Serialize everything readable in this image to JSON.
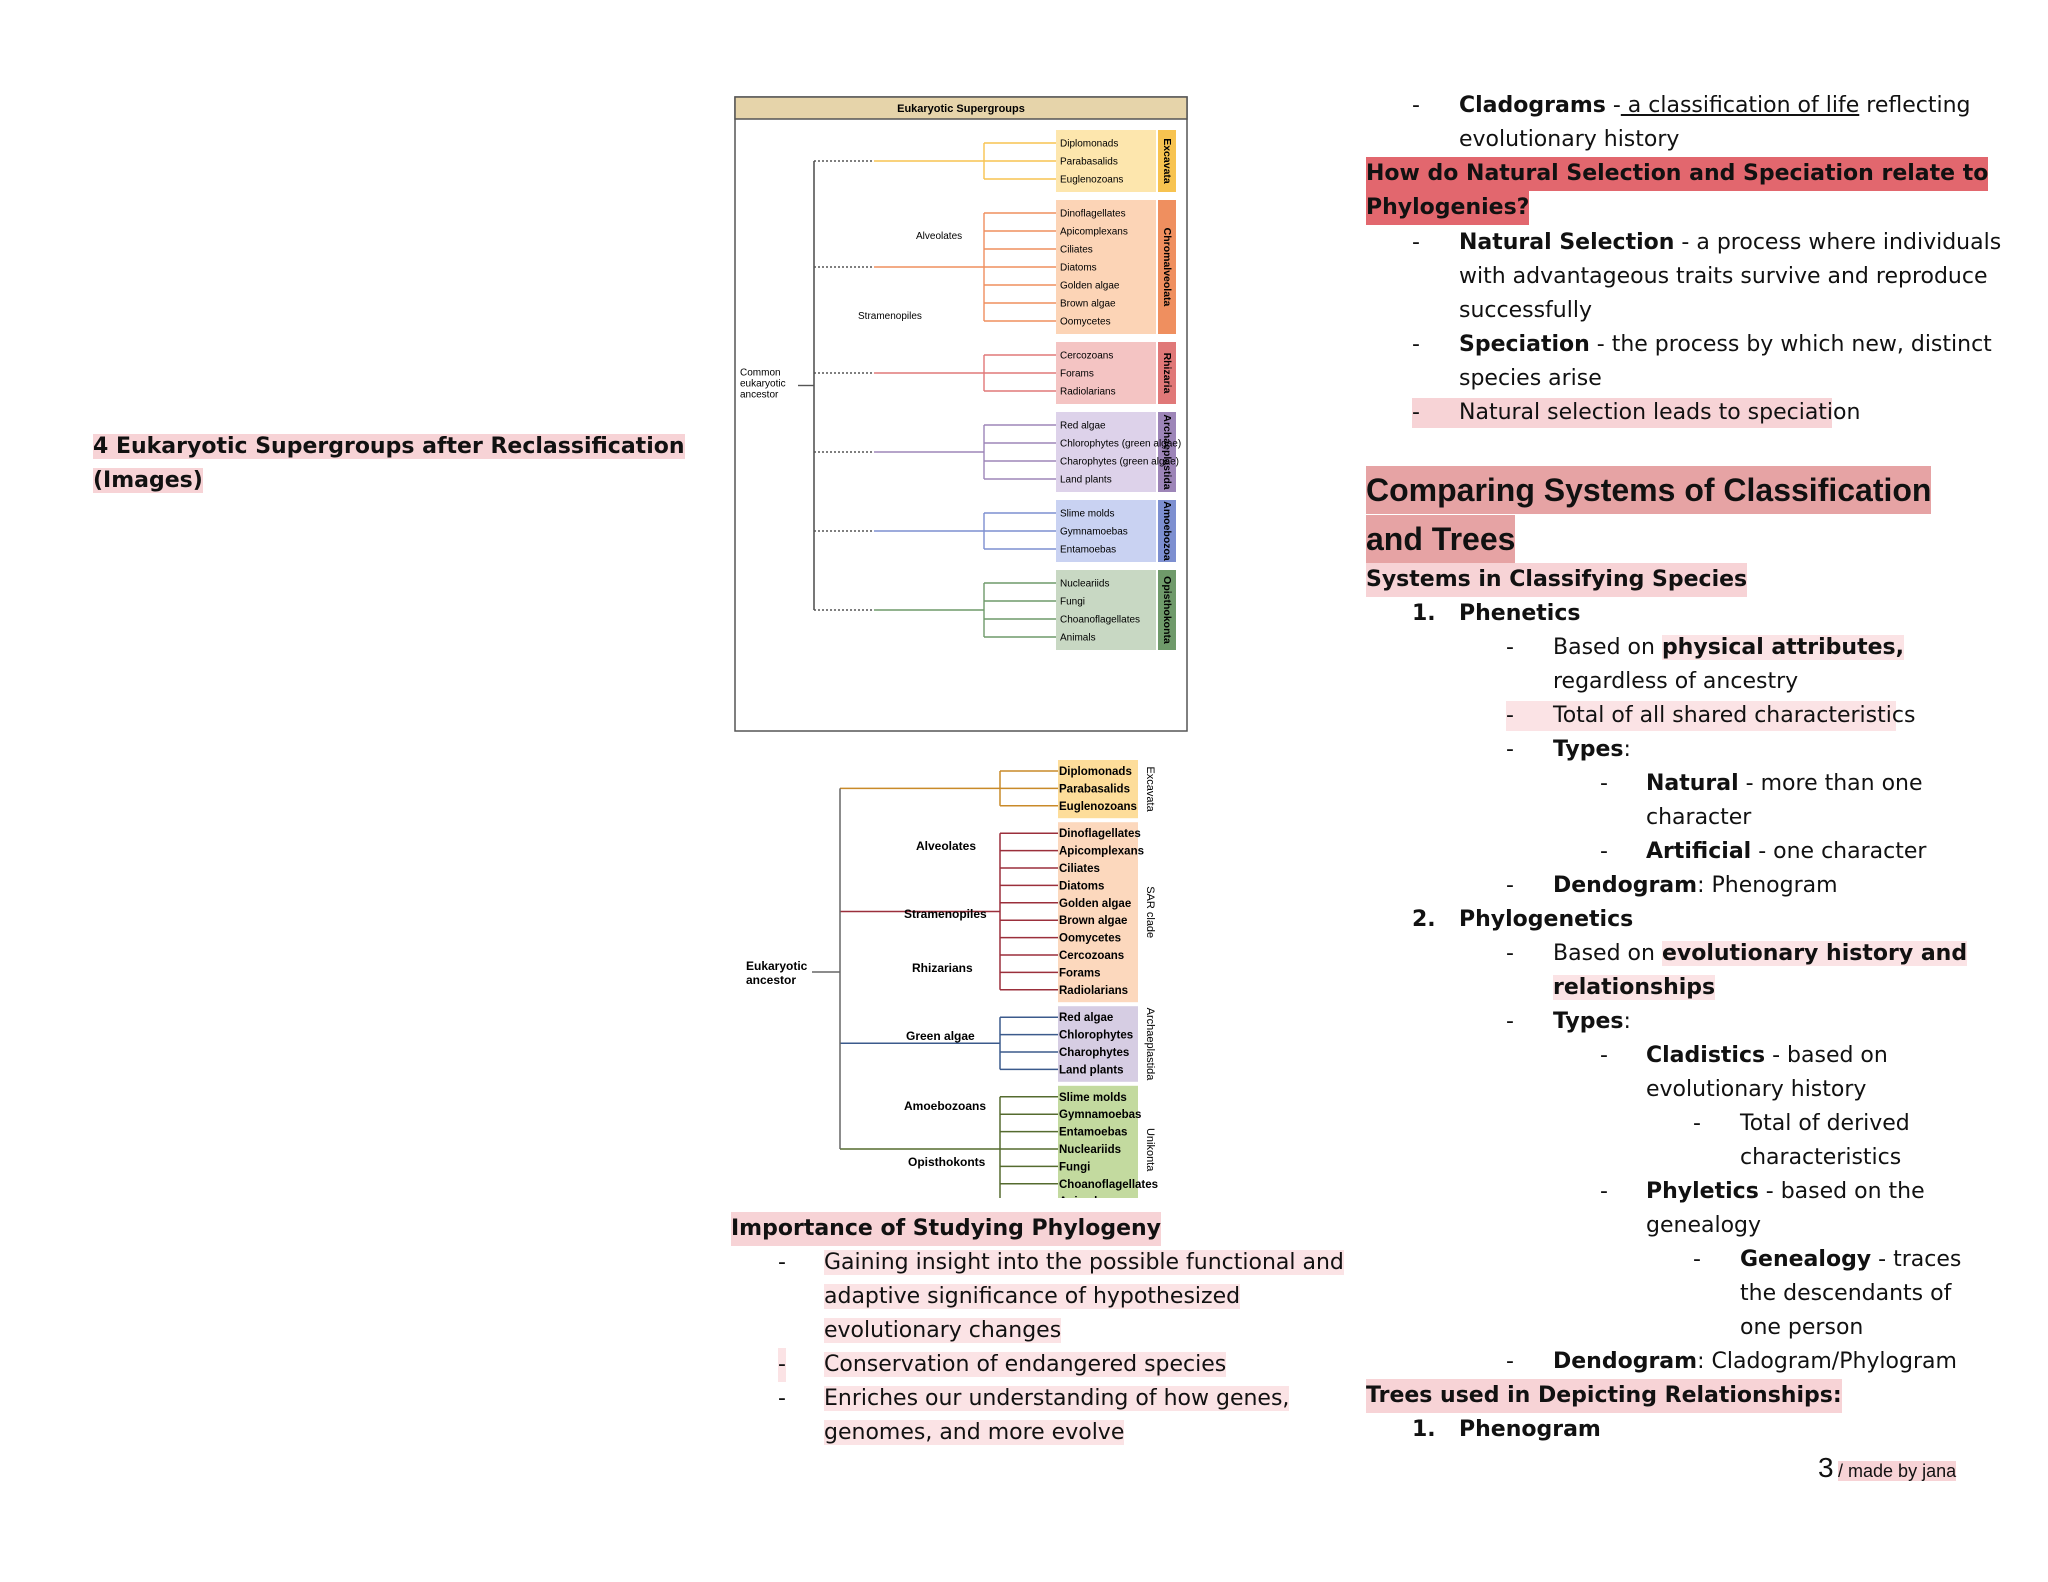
{
  "left": {
    "heading_line1": "4 Eukaryotic Supergroups after Reclassification",
    "heading_line2": "(Images)"
  },
  "tree1": {
    "title": "Eukaryotic Supergroups",
    "root_label": [
      "Common",
      "eukaryotic",
      "ancestor"
    ],
    "sub_labels": [
      "Alveolates",
      "Stramenopiles"
    ],
    "groups": [
      {
        "name": "Excavata",
        "color": "#f7c350",
        "fill": "#fde6ad",
        "taxa": [
          "Diplomonads",
          "Parabasalids",
          "Euglenozoans"
        ]
      },
      {
        "name": "Chromalveolata",
        "color": "#ef8f5f",
        "fill": "#fcd4b6",
        "taxa": [
          "Dinoflagellates",
          "Apicomplexans",
          "Ciliates",
          "Diatoms",
          "Golden algae",
          "Brown algae",
          "Oomycetes"
        ]
      },
      {
        "name": "Rhizaria",
        "color": "#e07878",
        "fill": "#f4c4c3",
        "taxa": [
          "Cercozoans",
          "Forams",
          "Radiolarians"
        ]
      },
      {
        "name": "Archaeplastida",
        "color": "#9d85b8",
        "fill": "#ddd2ea",
        "taxa": [
          "Red algae",
          "Chlorophytes (green algae)",
          "Charophytes (green algae)",
          "Land plants"
        ]
      },
      {
        "name": "Amoebozoa",
        "color": "#7d8fd0",
        "fill": "#c9d2f2",
        "taxa": [
          "Slime molds",
          "Gymnamoebas",
          "Entamoebas"
        ]
      },
      {
        "name": "Opisthokonta",
        "color": "#6f9a6a",
        "fill": "#c8d8c3",
        "taxa": [
          "Nucleariids",
          "Fungi",
          "Choanoflagellates",
          "Animals"
        ]
      }
    ]
  },
  "tree2": {
    "root_label": [
      "Eukaryotic",
      "ancestor"
    ],
    "sub_labels": [
      "Alveolates",
      "Stramenopiles",
      "Rhizarians",
      "Green algae",
      "Amoebozoans",
      "Opisthokonts"
    ],
    "groups": [
      {
        "name": "Excavata",
        "fill": "#fddd9a",
        "taxa": [
          "Diplomonads",
          "Parabasalids",
          "Euglenozoans"
        ]
      },
      {
        "name": "SAR clade",
        "fill": "#fcd8bd",
        "taxa": [
          "Dinoflagellates",
          "Apicomplexans",
          "Ciliates",
          "Diatoms",
          "Golden algae",
          "Brown algae",
          "Oomycetes",
          "Cercozoans",
          "Forams",
          "Radiolarians"
        ]
      },
      {
        "name": "Archaeplastida",
        "fill": "#d6cde3",
        "taxa": [
          "Red algae",
          "Chlorophytes",
          "Charophytes",
          "Land plants"
        ]
      },
      {
        "name": "Unikonta",
        "fill": "#c3da9f",
        "taxa": [
          "Slime molds",
          "Gymnamoebas",
          "Entamoebas",
          "Nucleariids",
          "Fungi",
          "Choanoflagellates",
          "Animals"
        ]
      }
    ]
  },
  "importance": {
    "heading": "Importance of Studying Phylogeny",
    "items": [
      {
        "dash": "-",
        "lines": [
          "Gaining insight into the possible functional and",
          "adaptive significance of hypothesized",
          "evolutionary changes"
        ]
      },
      {
        "dash": "-",
        "lines": [
          "Conservation of endangered species"
        ]
      },
      {
        "dash": "-",
        "lines": [
          "Enriches our understanding of how genes,",
          "genomes, and more evolve"
        ]
      }
    ]
  },
  "right": {
    "cladograms": {
      "dash": "-",
      "term": "Cladograms",
      "sep": " -",
      "link": " a classification of life",
      "rest": " reflecting",
      "line2": "evolutionary history"
    },
    "question": {
      "line1": "How do Natural Selection and Speciation relate to",
      "line2": "Phylogenies?"
    },
    "natural_selection": {
      "dash": "-",
      "term": "Natural Selection",
      "rest": " - a process where individuals",
      "line2": "with advantageous traits survive and reproduce",
      "line3": "successfully"
    },
    "speciation": {
      "dash": "-",
      "term": "Speciation",
      "rest": " - the process by which new, distinct",
      "line2": "species arise"
    },
    "leads": {
      "dash": "-",
      "text": "Natural selection leads to speciation"
    },
    "comparing": {
      "line1": "Comparing Systems of Classification",
      "line2": "and Trees"
    },
    "systems_heading": "Systems in Classifying Species",
    "phenetics": {
      "num": "1.",
      "title": "Phenetics",
      "based_pre": "Based on ",
      "based_bold": "physical attributes,",
      "based_line2": "regardless of ancestry",
      "total": "Total of all shared characteristics",
      "types_label": "Types",
      "natural_term": "Natural",
      "natural_rest": " - more than one",
      "natural_line2": "character",
      "artificial_term": "Artificial",
      "artificial_rest": " - one character",
      "dendo_term": "Dendogram",
      "dendo_rest": ": Phenogram"
    },
    "phylogenetics": {
      "num": "2.",
      "title": "Phylogenetics",
      "based_pre": "Based on ",
      "based_bold": "evolutionary history and",
      "based_line2": "relationships",
      "types_label": "Types",
      "cladistics_term": "Cladistics",
      "cladistics_rest": " - based on",
      "cladistics_line2": "evolutionary history",
      "derived_line1": "Total of derived",
      "derived_line2": "characteristics",
      "phyletics_term": "Phyletics",
      "phyletics_rest": " - based on the",
      "phyletics_line2": "genealogy",
      "genealogy_term": "Genealogy",
      "genealogy_rest": " - traces",
      "genealogy_line2": "the descendants of",
      "genealogy_line3": "one person",
      "dendo_term": "Dendogram",
      "dendo_rest": ": Cladogram/Phylogram"
    },
    "trees_heading": "Trees used in Depicting Relationships:",
    "phenogram": {
      "num": "1.",
      "title": "Phenogram"
    }
  },
  "footer": {
    "page": "3",
    "credit": "/ made by jana"
  }
}
